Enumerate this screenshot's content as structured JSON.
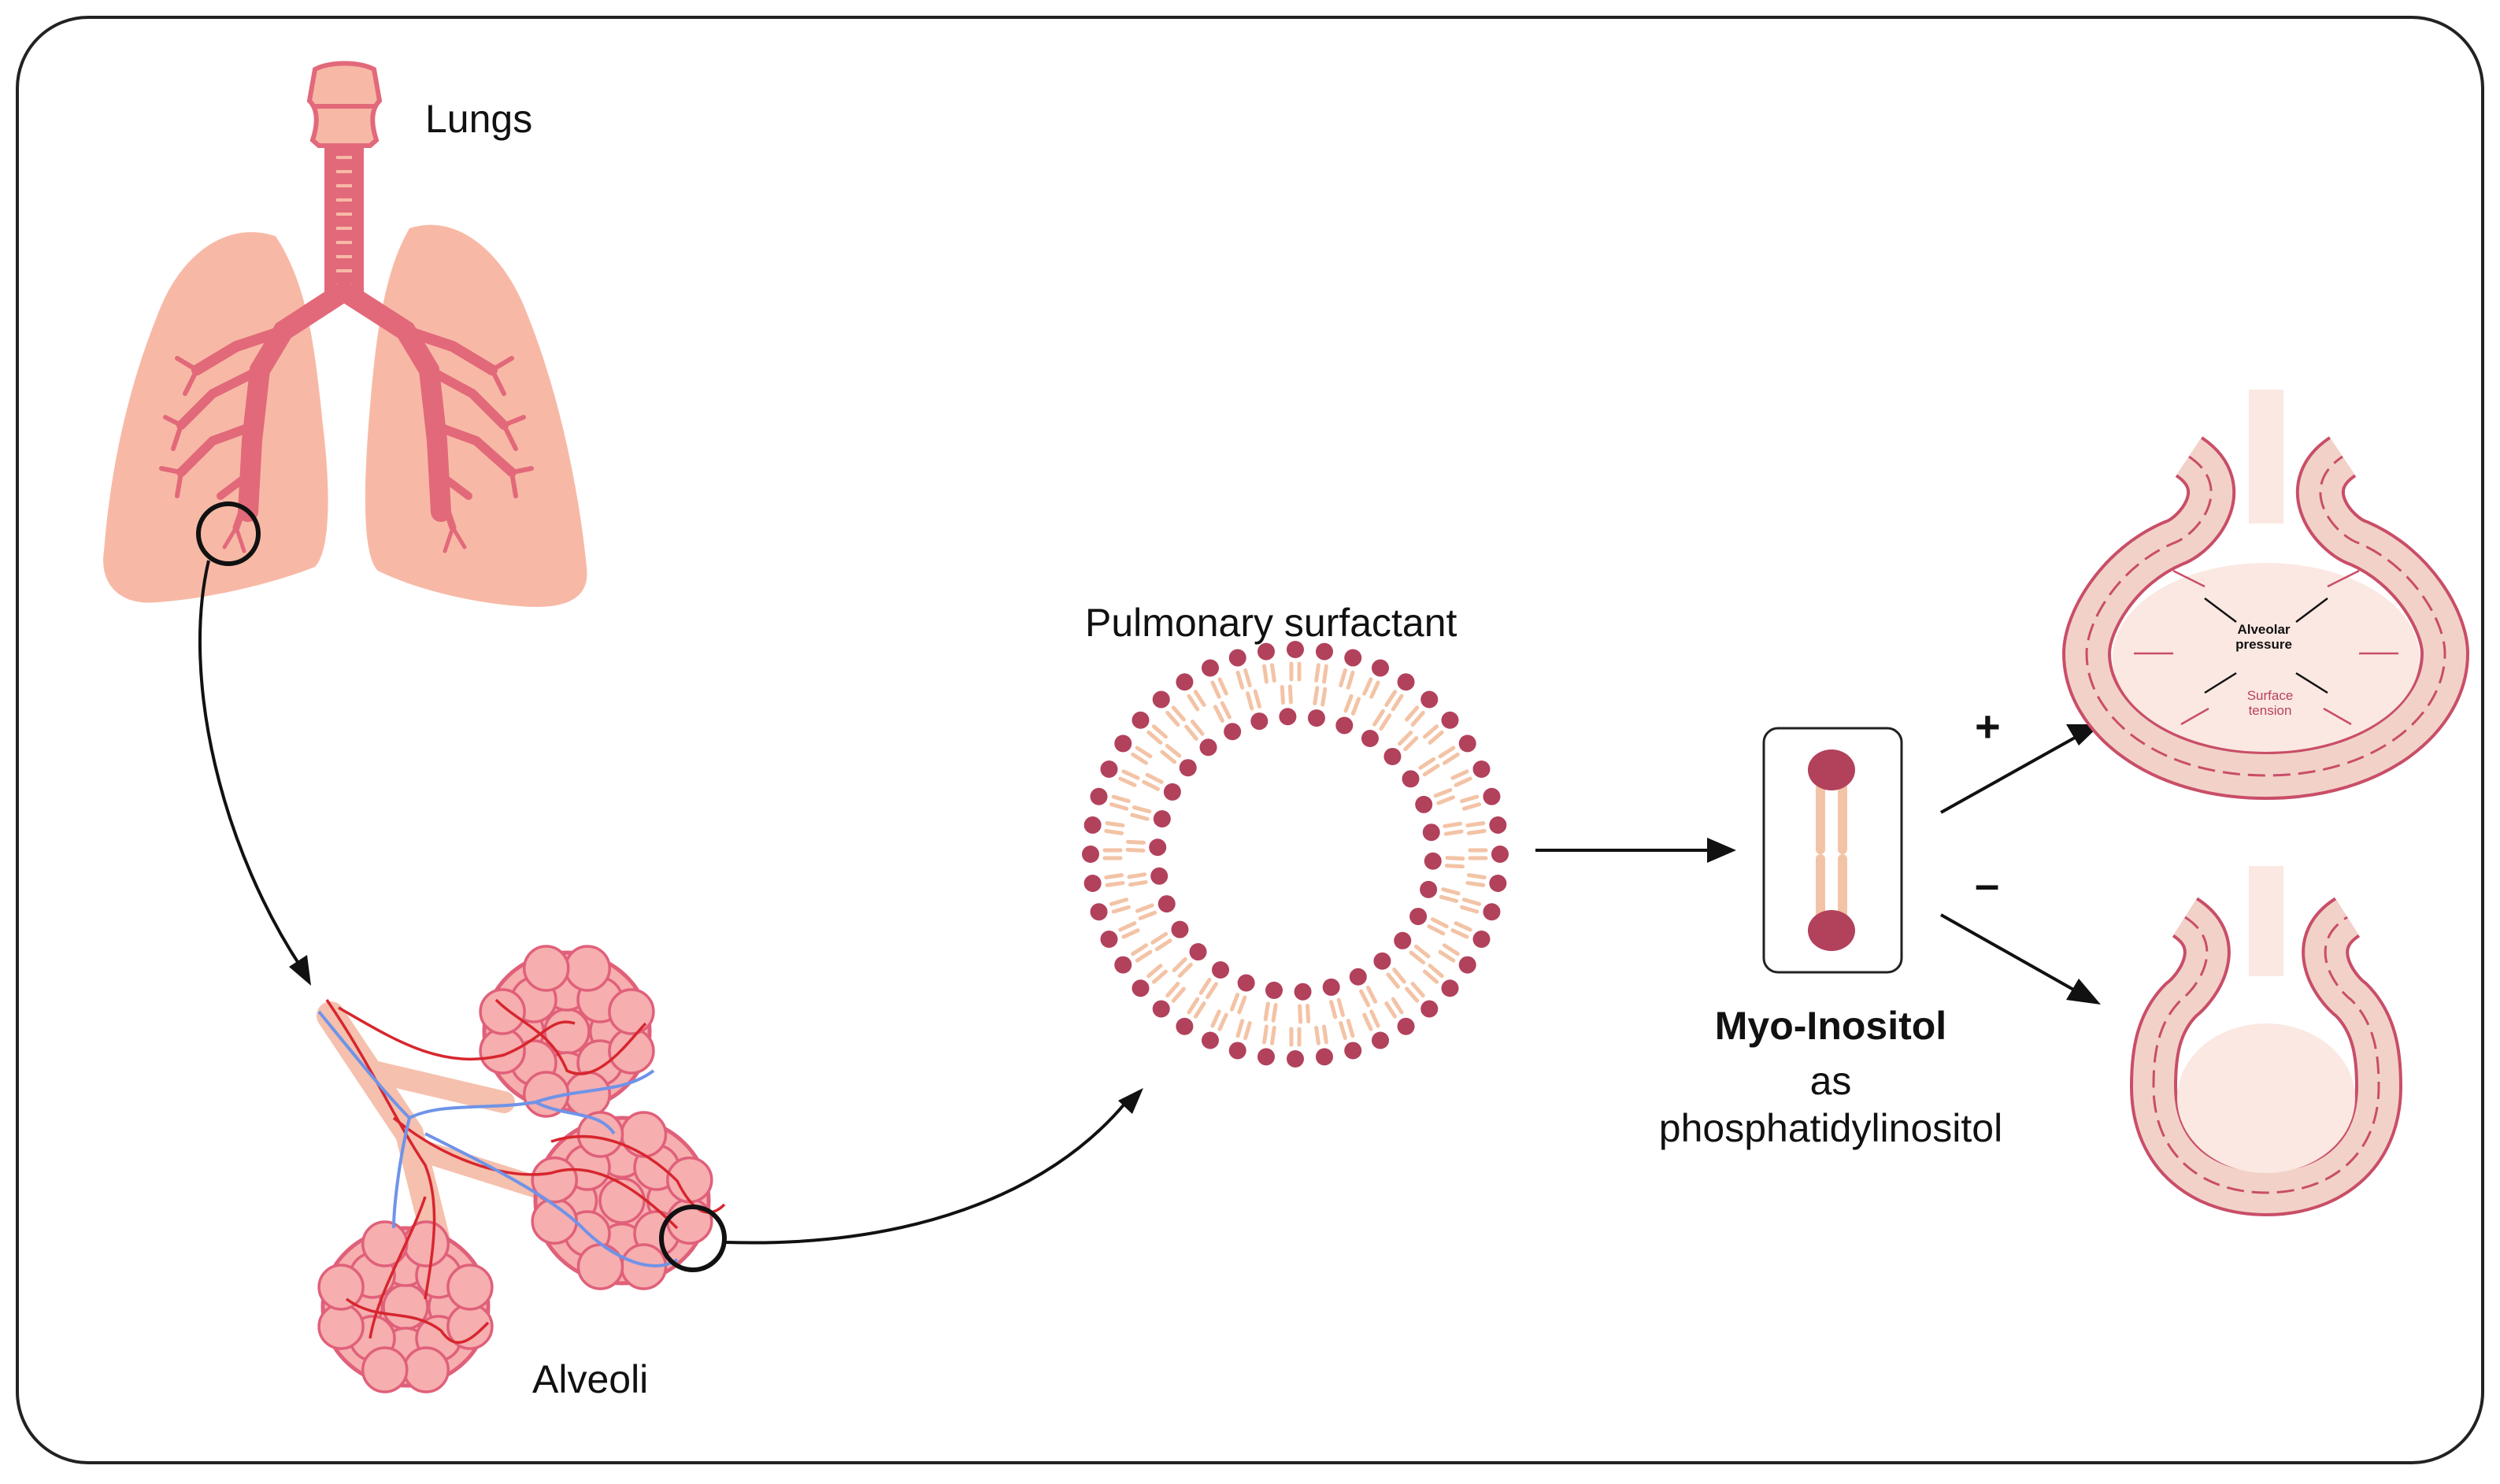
{
  "labels": {
    "lungs": "Lungs",
    "alveoli": "Alveoli",
    "surfactant": "Pulmonary surfactant",
    "myo_inositol": "Myo-Inositol",
    "as": "as",
    "phosphatidylinositol": "phosphatidylinositol",
    "plus": "+",
    "minus": "–",
    "alveolar_pressure": "Alveolar pressure",
    "surface_tension": "Surface tension"
  },
  "colors": {
    "lung_fill": "#f7b9a6",
    "airway": "#e2697a",
    "airway_dark": "#c8485c",
    "alveoli_fill": "#f6aeae",
    "alveoli_stroke": "#e0607a",
    "artery": "#d7262e",
    "vein": "#6f93e8",
    "lipid_head": "#b2415c",
    "lipid_tail": "#f3c3a6",
    "sac_wall": "#f2d2c8",
    "sac_outline": "#c94e68",
    "border": "#222222"
  },
  "icons": {
    "zoom_circles": "magnifier-circle-icon",
    "arrows": "arrow-icon"
  }
}
